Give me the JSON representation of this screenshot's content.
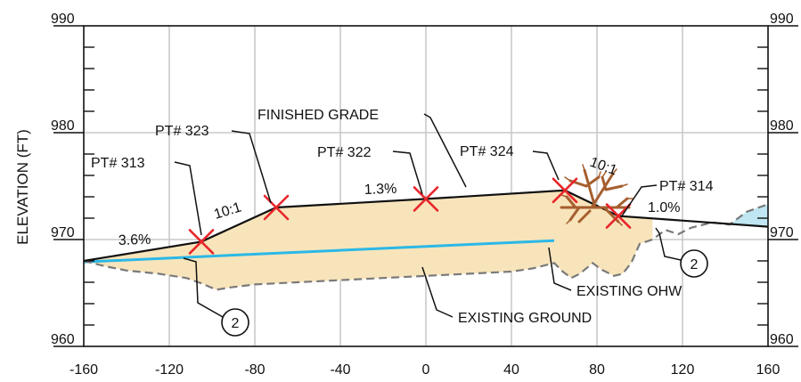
{
  "chart_data": {
    "type": "line",
    "xlim": [
      -160,
      160
    ],
    "ylim": [
      960,
      990
    ],
    "x_ticks": [
      -160,
      -120,
      -80,
      -40,
      0,
      40,
      80,
      120,
      160
    ],
    "y_ticks": [
      960,
      970,
      980,
      990
    ],
    "x_tick_labels": [
      "-160",
      "-120",
      "-80",
      "-40",
      "0",
      "40",
      "80",
      "120",
      "160"
    ],
    "y_tick_labels": [
      "960",
      "970",
      "980",
      "990"
    ],
    "ylabel": "ELEVATION (FT)",
    "grid": true,
    "series": [
      {
        "name": "FINISHED GRADE",
        "color": "#111111",
        "points": [
          [
            -160,
            968.0
          ],
          [
            -105,
            969.8
          ],
          [
            -70,
            973.0
          ],
          [
            0,
            973.8
          ],
          [
            65,
            974.6
          ],
          [
            90,
            972.2
          ],
          [
            160,
            971.2
          ]
        ]
      },
      {
        "name": "EXISTING GROUND",
        "color": "#7a7a7a",
        "dashed": true,
        "points": [
          [
            -160,
            968.0
          ],
          [
            -150,
            967.5
          ],
          [
            -140,
            967.1
          ],
          [
            -125,
            966.8
          ],
          [
            -112,
            966.4
          ],
          [
            -105,
            965.9
          ],
          [
            -98,
            965.3
          ],
          [
            -92,
            965.5
          ],
          [
            -80,
            965.8
          ],
          [
            -60,
            966.0
          ],
          [
            -40,
            966.2
          ],
          [
            -20,
            966.4
          ],
          [
            0,
            966.6
          ],
          [
            20,
            966.8
          ],
          [
            40,
            967.0
          ],
          [
            50,
            967.3
          ],
          [
            60,
            967.8
          ],
          [
            64,
            967.0
          ],
          [
            68,
            966.4
          ],
          [
            72,
            966.8
          ],
          [
            78,
            967.8
          ],
          [
            82,
            967.2
          ],
          [
            88,
            966.6
          ],
          [
            92,
            966.8
          ],
          [
            96,
            967.8
          ],
          [
            100,
            969.6
          ],
          [
            106,
            970.0
          ],
          [
            112,
            970.9
          ],
          [
            118,
            970.5
          ],
          [
            124,
            971.1
          ],
          [
            134,
            971.6
          ],
          [
            142,
            971.4
          ],
          [
            150,
            972.6
          ],
          [
            160,
            973.3
          ]
        ]
      },
      {
        "name": "EXISTING OHW",
        "color": "#2bb8e6",
        "points": [
          [
            -160,
            967.9
          ],
          [
            60,
            969.9
          ]
        ]
      }
    ],
    "fill_region": {
      "between": [
        "FINISHED GRADE",
        "EXISTING GROUND"
      ],
      "color": "#f8e4bb"
    },
    "water_region": {
      "color": "#bfe6f2"
    },
    "points": [
      {
        "label": "PT# 313",
        "x": -105,
        "y": 969.8
      },
      {
        "label": "PT# 323",
        "x": -70,
        "y": 973.0
      },
      {
        "label": "PT# 322",
        "x": 0,
        "y": 973.8
      },
      {
        "label": "PT# 324",
        "x": 65,
        "y": 974.6
      },
      {
        "label": "PT# 314",
        "x": 90,
        "y": 972.2
      }
    ],
    "annotations": {
      "finished_grade": "FINISHED GRADE",
      "existing_ohw": "EXISTING OHW",
      "existing_ground": "EXISTING GROUND",
      "slope_36": "3.6%",
      "slope_101a": "10:1",
      "slope_13": "1.3%",
      "slope_101b": "10:1",
      "slope_10": "1.0%",
      "note_2a": "2",
      "note_2b": "2"
    },
    "marker_color": "#e8262b",
    "brush_color": "#a65e2e"
  }
}
